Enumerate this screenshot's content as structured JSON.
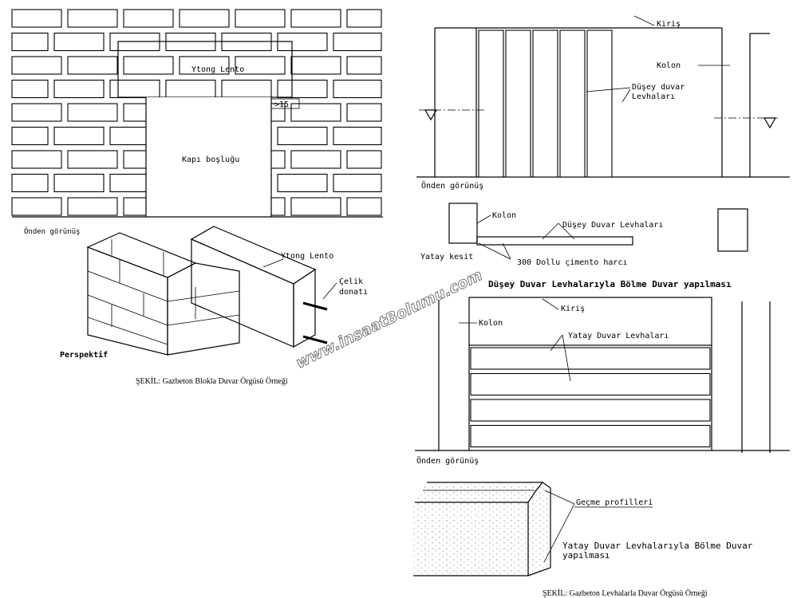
{
  "left": {
    "front_view": {
      "lintel_label": "Ytong Lento",
      "door_label": "Kapı boşluğu",
      "dimension_label": ">15",
      "view_label": "Önden görünüş"
    },
    "perspective": {
      "lintel_label": "Ytong Lento",
      "steel_label_1": "Çelik",
      "steel_label_2": "donatı",
      "view_label": "Perspektif"
    },
    "caption": "ŞEKİL: Gazbeton Blokla Duvar Örgüsü Örneği"
  },
  "right": {
    "vertical_front": {
      "beam_label": "Kiriş",
      "column_label": "Kolon",
      "panels_label_1": "Düşey duvar",
      "panels_label_2": "Levhaları",
      "view_label": "Önden görünüş"
    },
    "section": {
      "column_label": "Kolon",
      "panels_label": "Düşey Duvar Levhaları",
      "section_label": "Yatay kesit",
      "mortar_label": "300 Dollu çimento harcı"
    },
    "vertical_title": "Düşey Duvar Levhalarıyla Bölme Duvar yapılması",
    "horizontal_front": {
      "beam_label": "Kiriş",
      "column_label": "Kolon",
      "panels_label": "Yatay Duvar Levhaları",
      "view_label": "Önden görünüş"
    },
    "panel_detail": {
      "profile_label": "Geçme profilleri",
      "title_1": "Yatay Duvar Levhalarıyla Bölme Duvar",
      "title_2": "yapılması"
    },
    "caption": "ŞEKİL: Gazbeton Levhalarla Duvar Örgüsü Örneği"
  },
  "watermark": "www.insaatBolumu.com"
}
